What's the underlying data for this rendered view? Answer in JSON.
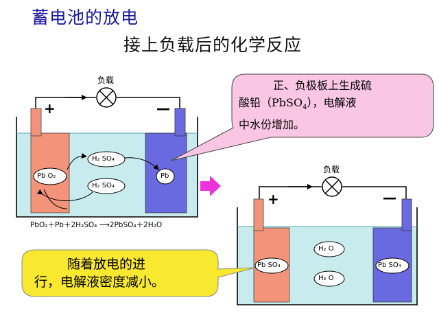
{
  "title": "蓄电池的放电",
  "subtitle": "接上负载后的化学反应",
  "callout_pink": {
    "line1": "正、负极板上生成硫",
    "line2a": "酸铅（PbSO",
    "line2sub": "4",
    "line2b": "），电解液",
    "line3": "中水份增加。"
  },
  "callout_yellow": {
    "line1": "随着放电的进",
    "line2": "行，电解液密度减小。"
  },
  "equation": "PbO₂＋Pb＋2H₂SO₄ ⟶2PbSO₄＋2H₂O",
  "left_cell": {
    "load_label": "负载",
    "plus": "+",
    "minus": "—",
    "positive_plate": "Pb O₂",
    "negative_plate": "Pb",
    "molecule_1": "H₂ SO₄",
    "molecule_2": "H₂ SO₄"
  },
  "right_cell": {
    "load_label": "负载",
    "plus": "+",
    "minus": "—",
    "positive_plate": "Pb SO₄",
    "negative_plate": "Pb SO₄",
    "molecule_1": "H₂ O",
    "molecule_2": "H₂ O"
  },
  "colors": {
    "title": "#1a1aa0",
    "electrolyte": "#c8ecee",
    "positive_plate": "#f2937a",
    "negative_plate": "#6a6ae0",
    "pink_callout": "#f9c6e4",
    "yellow_callout": "#f8e830",
    "arrow": "#ee33dd"
  }
}
